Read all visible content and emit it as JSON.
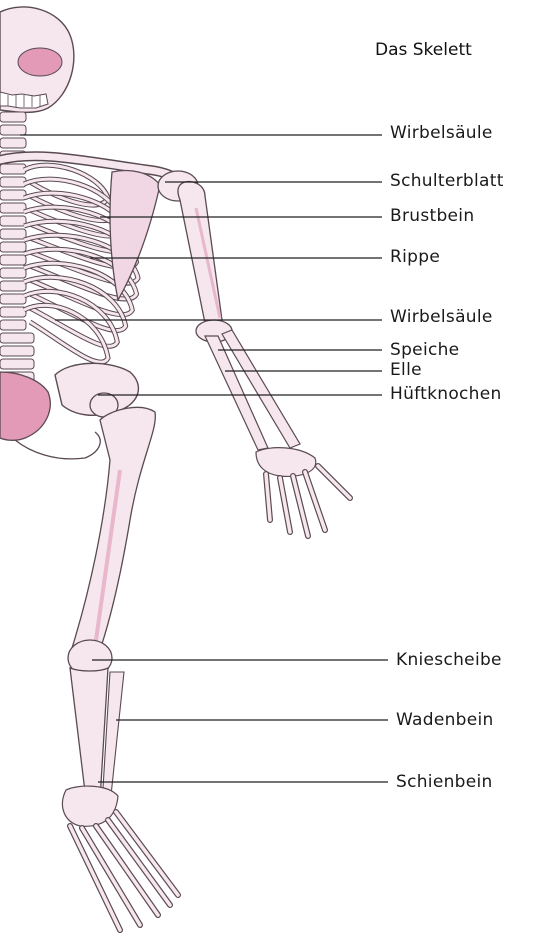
{
  "title": "Das Skelett",
  "labels": [
    "Wirbelsäule",
    "Schulterblatt",
    "Brustbein",
    "Rippe",
    "Wirbelsäule",
    "Speiche",
    "Elle",
    "Hüftknochen",
    "Kniescheibe",
    "Wadenbein",
    "Schienbein"
  ],
  "colors": {
    "bone_fill": "#f6e6ee",
    "bone_shade": "#e8b7cc",
    "bone_stroke": "#5a4a52",
    "pelvis_pink": "#d9728f",
    "leader": "#222222"
  }
}
